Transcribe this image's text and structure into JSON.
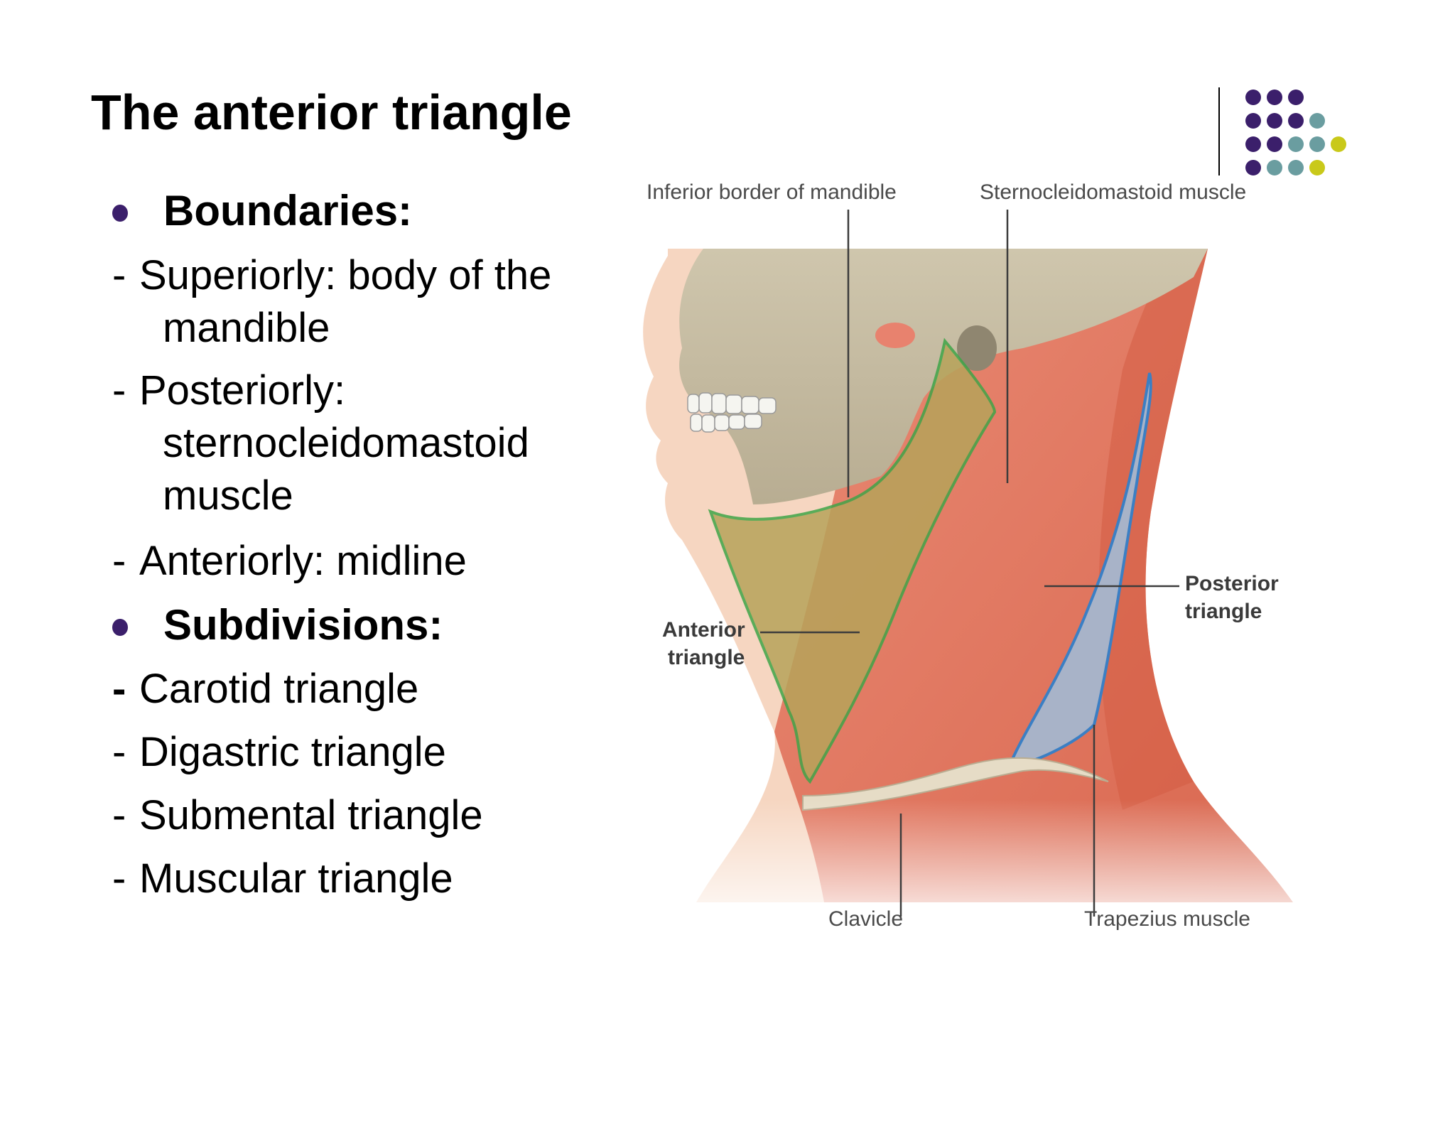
{
  "slide": {
    "title": "The anterior triangle",
    "bullets": [
      {
        "label": "Boundaries:"
      },
      {
        "label": "Subdivisions:"
      }
    ],
    "boundaries": [
      {
        "dash": "-",
        "first": "Superiorly: body of the",
        "cont": "mandible"
      },
      {
        "dash": "-",
        "first": "Posteriorly:",
        "cont1": "sternocleidomastoid",
        "cont2": "muscle"
      },
      {
        "dash": "-",
        "first": "Anteriorly: midline"
      }
    ],
    "subdivisions": [
      {
        "dash": "-",
        "text": "Carotid triangle"
      },
      {
        "dash": "-",
        "text": "Digastric triangle"
      },
      {
        "dash": "-",
        "text": "Submental triangle"
      },
      {
        "dash": "-",
        "text": "Muscular triangle"
      }
    ]
  },
  "figure": {
    "labels": {
      "inferior_border": "Inferior border of mandible",
      "scm": "Sternocleidomastoid muscle",
      "posterior_1": "Posterior",
      "posterior_2": "triangle",
      "anterior_1": "Anterior",
      "anterior_2": "triangle",
      "clavicle": "Clavicle",
      "trapezius": "Trapezius muscle"
    }
  },
  "theme": {
    "bullet_color": "#3b1f6b",
    "dot_purple": "#3b1f6b",
    "dot_teal": "#6a9da0",
    "dot_yellow": "#c9c91a",
    "anterior_outline": "#3fa548",
    "posterior_outline": "#3b7fc4"
  }
}
